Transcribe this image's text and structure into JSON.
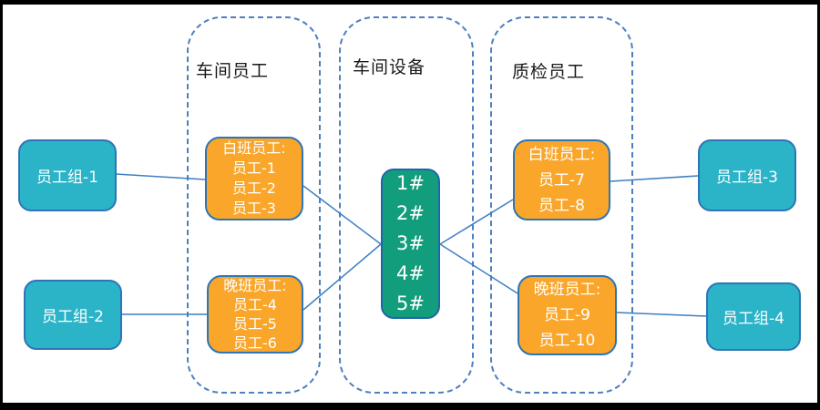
{
  "diagram": {
    "containers": [
      {
        "title": "车间员工"
      },
      {
        "title": "车间设备"
      },
      {
        "title": "质检员工"
      }
    ],
    "left_groups": [
      {
        "label": "员工组-1"
      },
      {
        "label": "员工组-2"
      }
    ],
    "right_groups": [
      {
        "label": "员工组-3"
      },
      {
        "label": "员工组-4"
      }
    ],
    "workshop_day_shift": {
      "lines": [
        "白班员工:",
        "员工-1",
        "员工-2",
        "员工-3"
      ]
    },
    "workshop_night_shift": {
      "lines": [
        "晚班员工:",
        "员工-4",
        "员工-5",
        "员工-6"
      ]
    },
    "equipment": {
      "lines": [
        "1#",
        "2#",
        "3#",
        "4#",
        "5#"
      ]
    },
    "qc_day_shift": {
      "lines": [
        "白班员工:",
        "员工-7",
        "员工-8"
      ]
    },
    "qc_night_shift": {
      "lines": [
        "晚班员工:",
        "员工-9",
        "员工-10"
      ]
    },
    "colors": {
      "group_fill": "#2BB3C7",
      "shift_fill": "#F9A62B",
      "equipment_fill": "#129E7C",
      "node_border": "#2E75B6",
      "connector": "#3F7FC1",
      "container_border": "#4E7FBE",
      "title_text": "#1A1A1A",
      "node_text": "#FFFFFF",
      "frame": "#000000",
      "background": "#FFFFFF"
    }
  }
}
